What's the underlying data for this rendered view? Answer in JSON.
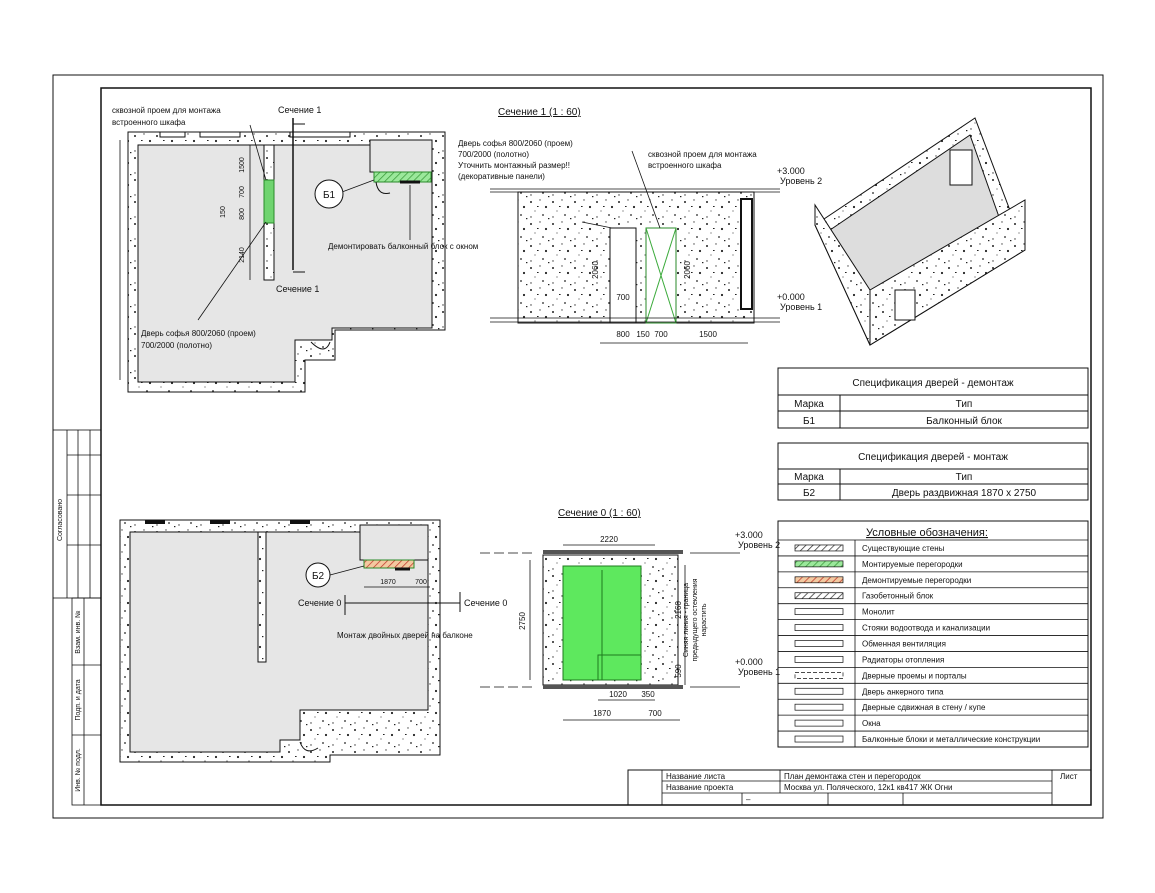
{
  "side_stamp": {
    "agreed": "Согласовано",
    "replacement_inv": "Взам. инв. №",
    "signature_date": "Подп. и дата",
    "inv_original": "Инв. № подл."
  },
  "plan1": {
    "note_opening": [
      "сквозной проем для монтажа",
      "встроенного шкафа"
    ],
    "section_top": "Сечение 1",
    "section_bottom": "Сечение 1",
    "dims": [
      "1500",
      "700",
      "800",
      "150",
      "2140"
    ],
    "mark": "Б1",
    "note_balcony": "Демонтировать балконный блок с окном",
    "note_door": [
      "Дверь софья 800/2060 (проем)",
      "700/2000 (полотно)"
    ]
  },
  "section1": {
    "title": "Сечение 1 (1 : 60)",
    "note_door": [
      "Дверь софья 800/2060 (проем)",
      "700/2000 (полотно)",
      "Уточнить монтажный размер!!",
      "(декоративные панели)"
    ],
    "note_opening": [
      "сквозной проем для монтажа",
      "встроенного шкафа"
    ],
    "level_top": "+3.000",
    "level_top_name": "Уровень 2",
    "level_bottom": "+0.000",
    "level_bottom_name": "Уровень 1",
    "dims_h": [
      "800",
      "150",
      "700",
      "1500"
    ],
    "dim_v1": "2060",
    "dim_v2": "2060",
    "dim_inner": "700"
  },
  "spec_demolition": {
    "title": "Спецификация дверей - демонтаж",
    "col_mark": "Марка",
    "col_type": "Тип",
    "rows": [
      {
        "mark": "Б1",
        "type": "Балконный блок"
      }
    ]
  },
  "spec_install": {
    "title": "Спецификация дверей - монтаж",
    "col_mark": "Марка",
    "col_type": "Тип",
    "rows": [
      {
        "mark": "Б2",
        "type": "Дверь раздвижная 1870 x 2750"
      }
    ]
  },
  "legend": {
    "title": "Условные обозначения:",
    "items": [
      {
        "label": "Существующие стены",
        "symbol": "hatch",
        "color": "#555555"
      },
      {
        "label": "Монтируемые перегородки",
        "symbol": "hatch",
        "color": "#6fd46f"
      },
      {
        "label": "Демонтируемые перегородки",
        "symbol": "hatch",
        "color": "#d46f6f"
      },
      {
        "label": "Газобетонный блок",
        "symbol": "hatch",
        "color": "#333333"
      },
      {
        "label": "Монолит",
        "symbol": "monolith",
        "color": "#333333"
      },
      {
        "label": "Стояки водоотвода и канализации",
        "symbol": "riser",
        "color": "#333333"
      },
      {
        "label": "Обменная вентиляция",
        "symbol": "riser",
        "color": "#333333"
      },
      {
        "label": "Радиаторы отопления",
        "symbol": "radiator",
        "color": "#333333"
      },
      {
        "label": "Дверные проемы и порталы",
        "symbol": "dashed",
        "color": "#333333"
      },
      {
        "label": "Дверь анкерного типа",
        "symbol": "door",
        "color": "#333333"
      },
      {
        "label": "Дверные сдвижная в стену / купе",
        "symbol": "sliding",
        "color": "#333333"
      },
      {
        "label": "Окна",
        "symbol": "window",
        "color": "#333333"
      },
      {
        "label": "Балконные блоки и металлические конструкции",
        "symbol": "balcony",
        "color": "#333333"
      }
    ]
  },
  "plan2": {
    "mark": "Б2",
    "dims": [
      "1870",
      "700"
    ],
    "section_left": "Сечение 0",
    "section_right": "Сечение 0",
    "note": "Монтаж двойных дверей на балконе"
  },
  "section0": {
    "title": "Сечение 0 (1 : 60)",
    "dim_top": "2220",
    "dim_left": "2750",
    "dim_right1": "2160",
    "dim_right2": "590",
    "dims_bottom1": [
      "1020",
      "350"
    ],
    "dims_bottom2": [
      "1870",
      "700"
    ],
    "level_top": "+3.000",
    "level_top_name": "Уровень 2",
    "level_bottom": "+0.000",
    "level_bottom_name": "Уровень 1",
    "note": [
      "Синяя линия - граница",
      "предыдущего остекления",
      "нарастить"
    ],
    "door_color": "#5ee85e"
  },
  "title_block": {
    "sheet_name_label": "Название листа",
    "sheet_name": "План демонтажа стен и перегородок",
    "project_name_label": "Название проекта",
    "project_name": "Москва ул. Поляческого, 12к1 кв417 ЖК Огни",
    "sheet_label": "Лист",
    "dash": "–"
  }
}
